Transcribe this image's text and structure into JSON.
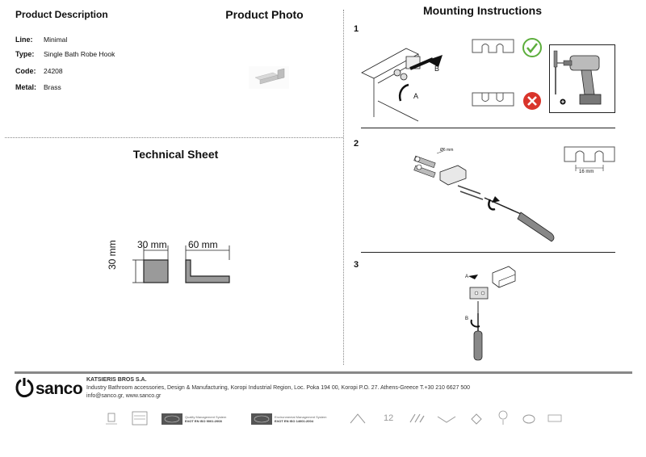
{
  "description": {
    "title": "Product Description",
    "rows": [
      {
        "key": "Line:",
        "value": "Minimal"
      },
      {
        "key": "Type:",
        "value": "Single Bath Robe Hook"
      },
      {
        "key": "Code:",
        "value": "24208"
      },
      {
        "key": "Metal:",
        "value": "Brass"
      }
    ]
  },
  "photo": {
    "title": "Product Photo"
  },
  "technical": {
    "title": "Technical Sheet",
    "dim_top_left": "30 mm",
    "dim_top_right": "60 mm",
    "dim_side": "30 mm"
  },
  "mounting": {
    "title": "Mounting Instructions",
    "steps": [
      "1",
      "2",
      "3"
    ],
    "label_a": "A",
    "label_b": "B",
    "dia_label": "Ø6 mm",
    "slot_label": "16 mm",
    "step3_a": "A",
    "step3_b": "B"
  },
  "footer": {
    "brand": "sanco",
    "company": "KATSIERIS BROS S.A.",
    "address": "Industry Bathroom accessories, Design & Manufacturing, Koropi Industrial Region, Loc. Poka 194 00, Koropi P.O. 27. Athens-Greece T.+30 210 6627 500",
    "contact": "info@sanco.gr, www.sanco.gr",
    "cert1_line1": "Quality Management System",
    "cert1_line2": "ΕΛΟΤ EN ISO 9001:2008",
    "cert2_line1": "Environmental Management System",
    "cert2_line2": "ΕΛΟΤ EN ISO 14001:2004"
  },
  "colors": {
    "accent_check": "#5cae3c",
    "accent_cross": "#d9342b",
    "shape_fill": "#9a9a9a"
  }
}
